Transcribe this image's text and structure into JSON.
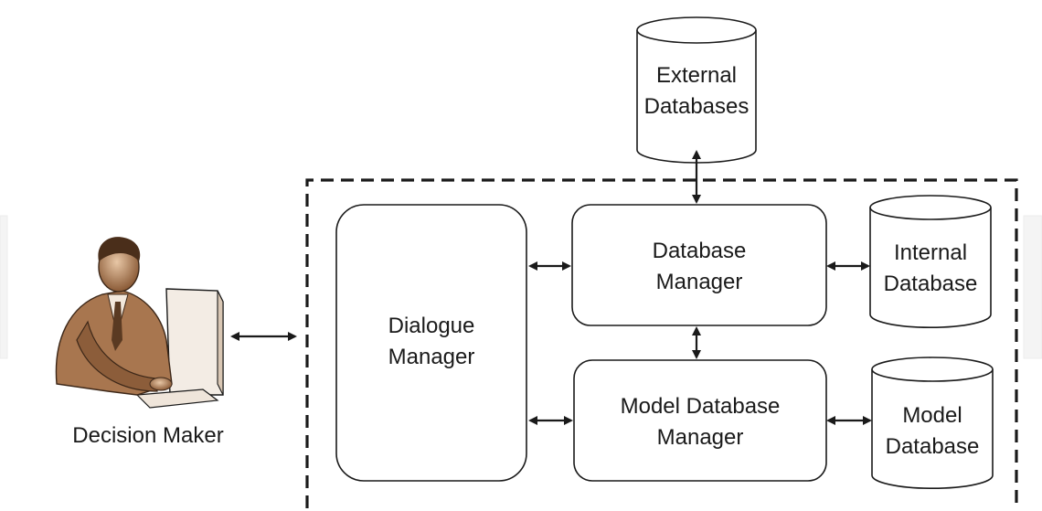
{
  "nodes": {
    "decision_maker": {
      "line1": "Decision Maker"
    },
    "dialogue_manager": {
      "line1": "Dialogue",
      "line2": "Manager"
    },
    "database_manager": {
      "line1": "Database",
      "line2": "Manager"
    },
    "model_database_manager": {
      "line1": "Model Database",
      "line2": "Manager"
    },
    "external_databases": {
      "line1": "External",
      "line2": "Databases"
    },
    "internal_database": {
      "line1": "Internal",
      "line2": "Database"
    },
    "model_database": {
      "line1": "Model",
      "line2": "Database"
    }
  },
  "icons": {
    "decision_maker": "person-at-computer-icon"
  },
  "colors": {
    "line": "#1a1a1a",
    "figure_skin": "#b98a63",
    "figure_shadow": "#6b4a2f",
    "background": "#ffffff"
  }
}
